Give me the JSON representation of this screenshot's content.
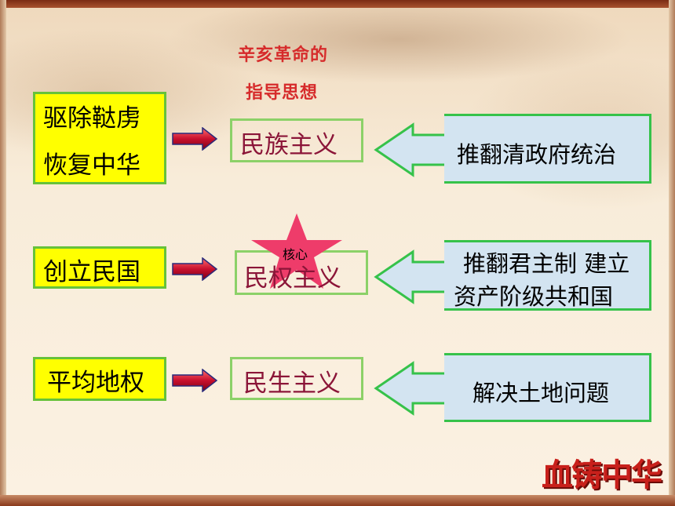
{
  "caption": {
    "line1": "辛亥革命的",
    "line2": "指导思想"
  },
  "rows": [
    {
      "left_lines": [
        "驱除鞑虏",
        "恢复中华"
      ],
      "center": "民族主义",
      "right_lines": [
        "推翻清政府统治"
      ]
    },
    {
      "left_lines": [
        "创立民国"
      ],
      "center": "民权主义",
      "right_lines": [
        "推翻君主制  建立",
        "资产阶级共和国"
      ],
      "star_label": "核心"
    },
    {
      "left_lines": [
        "平均地权"
      ],
      "center": "民生主义",
      "right_lines": [
        "解决土地问题"
      ]
    }
  ],
  "logo": "血铸中华",
  "colors": {
    "caption_red": "#d62b2b",
    "center_text": "#8b1538",
    "left_box_fill": "#ffff00",
    "right_box_fill": "#d3e4f1",
    "box_border": "#36c24a",
    "star": "#ee3c6a"
  }
}
